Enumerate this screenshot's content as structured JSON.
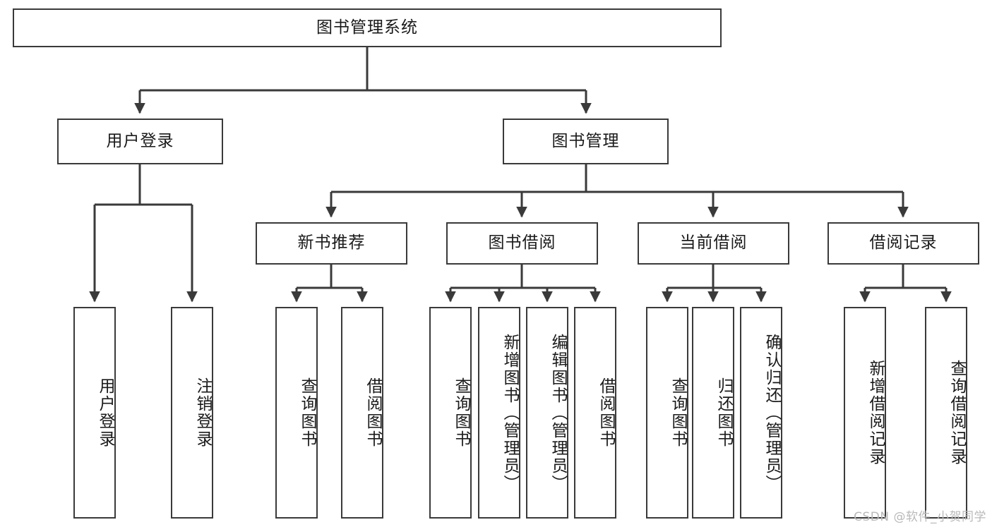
{
  "diagram": {
    "title": "图书管理系统",
    "watermark": "CSDN @软件_小贺同学",
    "line_color": "#3a3a3a",
    "box_border_color": "#3a3a3a",
    "box_fill_color": "#ffffff",
    "text_color": "#1a1a1a",
    "watermark_color": "#b9b9b9"
  },
  "nodes": {
    "root": {
      "label": "图书管理系统"
    },
    "level2": [
      {
        "label": "用户登录"
      },
      {
        "label": "图书管理"
      }
    ],
    "level3": [
      {
        "label": "新书推荐"
      },
      {
        "label": "图书借阅"
      },
      {
        "label": "当前借阅"
      },
      {
        "label": "借阅记录"
      }
    ],
    "leaves": [
      {
        "label": "用户登录"
      },
      {
        "label": "注销登录"
      },
      {
        "label": "查询图书"
      },
      {
        "label": "借阅图书"
      },
      {
        "label": "查询图书"
      },
      {
        "label": "新增图书（管理员）"
      },
      {
        "label": "编辑图书（管理员）"
      },
      {
        "label": "借阅图书"
      },
      {
        "label": "查询图书"
      },
      {
        "label": "归还图书"
      },
      {
        "label": "确认归还（管理员）"
      },
      {
        "label": "新增借阅记录"
      },
      {
        "label": "查询借阅记录"
      }
    ]
  }
}
